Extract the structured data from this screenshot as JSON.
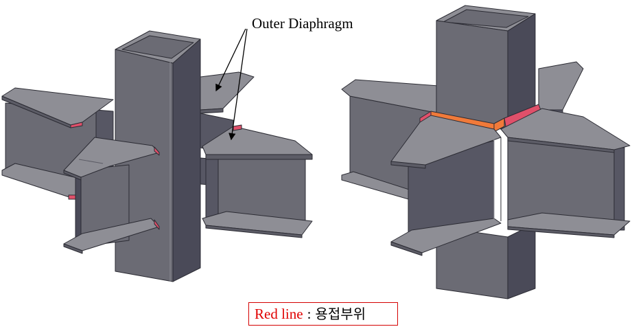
{
  "annotation": {
    "label": "Outer Diaphragm"
  },
  "legend": {
    "red_term": "Red line",
    "separator": ":",
    "description": "용접부위"
  },
  "colors": {
    "steel_top": "#8e8e95",
    "steel_front": "#6b6b74",
    "steel_side": "#575764",
    "steel_dark": "#4a4a58",
    "edge": "#2b2b33",
    "weld_red": "#e0506a",
    "weld_orange": "#f07a3a",
    "legend_border": "#d40000"
  }
}
